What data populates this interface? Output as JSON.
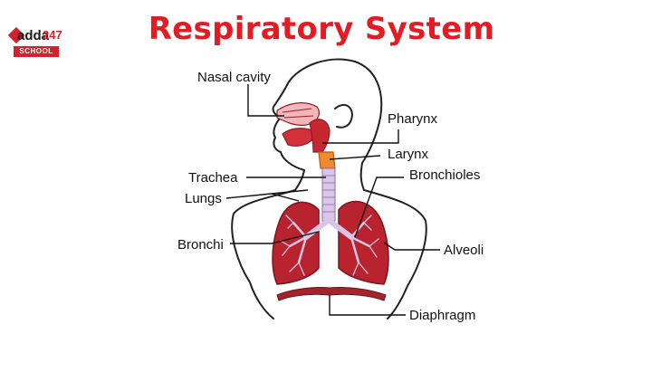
{
  "brand": {
    "word": "adda",
    "number": "247",
    "sub": "SCHOOL"
  },
  "title": "Respiratory System",
  "labels": {
    "nasal_cavity": "Nasal cavity",
    "pharynx": "Pharynx",
    "larynx": "Larynx",
    "trachea": "Trachea",
    "bronchioles": "Bronchioles",
    "lungs": "Lungs",
    "bronchi": "Bronchi",
    "alveoli": "Alveoli",
    "diaphragm": "Diaphragm"
  },
  "colors": {
    "title": "#e31b23",
    "lung": "#b8232e",
    "lung_dark": "#8e1a23",
    "airway": "#d9c5e8",
    "larynx": "#f08a2c"
  }
}
